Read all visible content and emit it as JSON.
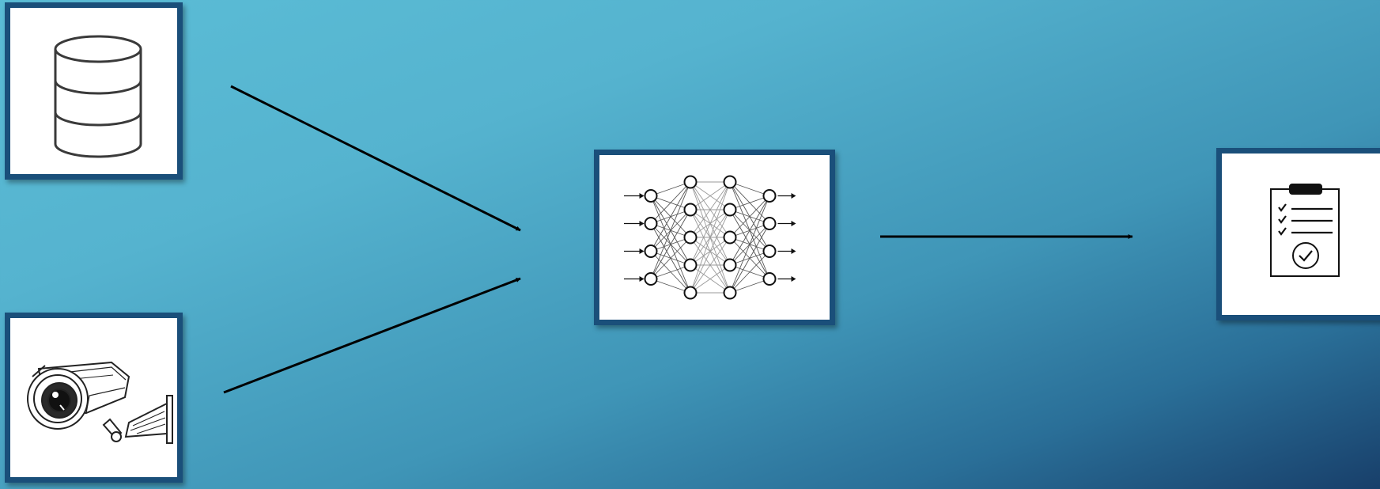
{
  "diagram": {
    "nodes": [
      {
        "id": "data-source",
        "icon": "database-icon"
      },
      {
        "id": "camera-source",
        "icon": "security-camera-icon"
      },
      {
        "id": "model",
        "icon": "neural-network-icon"
      },
      {
        "id": "output",
        "icon": "checklist-report-icon"
      }
    ],
    "edges": [
      {
        "from": "data-source",
        "to": "model"
      },
      {
        "from": "camera-source",
        "to": "model"
      },
      {
        "from": "model",
        "to": "output"
      }
    ],
    "network_layers": [
      4,
      5,
      5,
      4
    ],
    "colors": {
      "background_light": "#5bbdd6",
      "background_dark": "#183f6a",
      "frame_border": "#1a4f7a",
      "arrow": "#000000"
    }
  }
}
